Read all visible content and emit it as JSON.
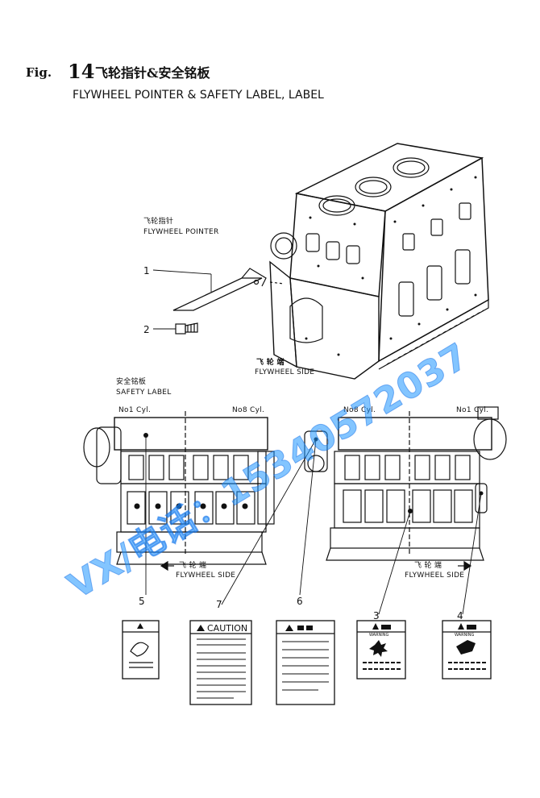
{
  "header": {
    "fig_prefix": "Fig.",
    "fig_number": "14",
    "title_cn": "飞轮指针&安全铭板",
    "title_en": "FLYWHEEL POINTER & SAFETY LABEL, LABEL"
  },
  "pointer_section": {
    "label_cn": "飞轮指针",
    "label_en": "FLYWHEEL POINTER",
    "flywheel_side_cn": "飞 轮 端",
    "flywheel_side_en": "FLYWHEEL SIDE"
  },
  "safety_section": {
    "label_cn": "安全铭板",
    "label_en": "SAFETY  LABEL"
  },
  "left_engine": {
    "cyl_first": "No1 Cyl.",
    "cyl_last": "No8 Cyl.",
    "side_cn": "飞 轮 端",
    "side_en": "FLYWHEEL SIDE"
  },
  "right_engine": {
    "cyl_first": "No8 Cyl.",
    "cyl_last": "No1 Cyl.",
    "side_cn": "飞 轮 端",
    "side_en": "FLYWHEEL SIDE"
  },
  "callouts": [
    "1",
    "2",
    "3",
    "4",
    "5",
    "6",
    "7"
  ],
  "labels": {
    "caution_text": "CAUTION",
    "warning_text": "WARNING"
  },
  "watermark": {
    "text": "VX/电话：15340572037",
    "color": "#1e96ff"
  }
}
